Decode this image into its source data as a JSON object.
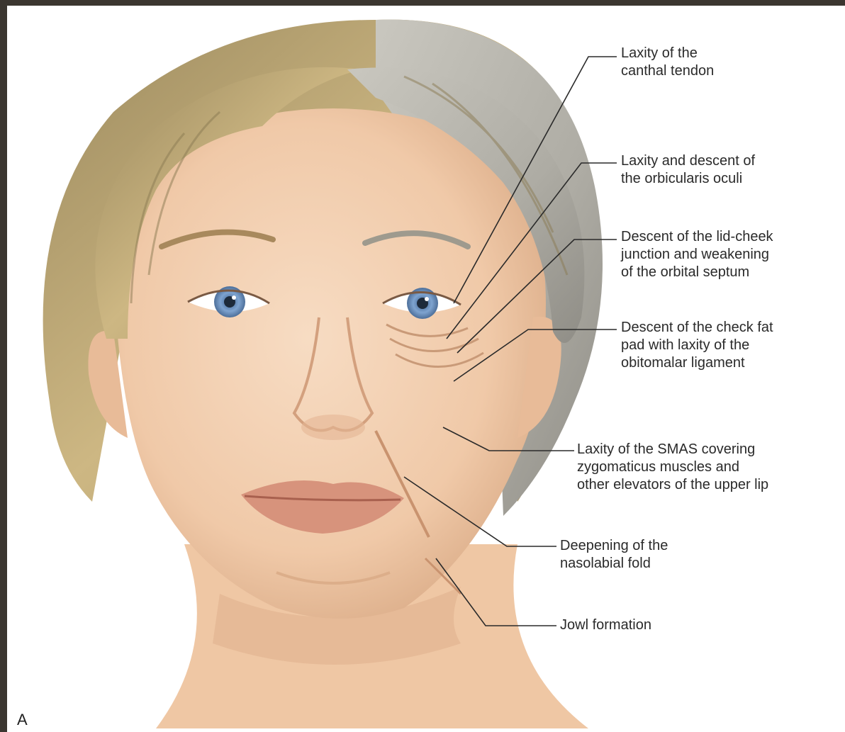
{
  "panel_letter": "A",
  "annotations": [
    {
      "id": "canthal",
      "lines": [
        "Laxity of the",
        "canthal tendon"
      ]
    },
    {
      "id": "orbicularis",
      "lines": [
        "Laxity and descent of",
        "the orbicularis oculi"
      ]
    },
    {
      "id": "lid-cheek",
      "lines": [
        "Descent of the lid-cheek",
        "junction and weakening",
        "of the orbital septum"
      ]
    },
    {
      "id": "cheek-fat",
      "lines": [
        "Descent of the check fat",
        "pad with laxity of the",
        "obitomalar ligament"
      ]
    },
    {
      "id": "smas",
      "lines": [
        "Laxity of the SMAS covering",
        "zygomaticus muscles and",
        "other elevators of the upper lip"
      ]
    },
    {
      "id": "nasolabial",
      "lines": [
        "Deepening of the",
        "nasolabial fold"
      ]
    },
    {
      "id": "jowl",
      "lines": [
        "Jowl formation"
      ]
    }
  ],
  "colors": {
    "skin": "#f2cfb2",
    "skin_shadow": "#dcae8a",
    "hair_blonde": "#b9a26a",
    "hair_gray": "#b7b5ad",
    "iris": "#6f94c4",
    "lips": "#d7937c",
    "leader_line": "#2a2a2a",
    "frame": "#3b3630"
  }
}
